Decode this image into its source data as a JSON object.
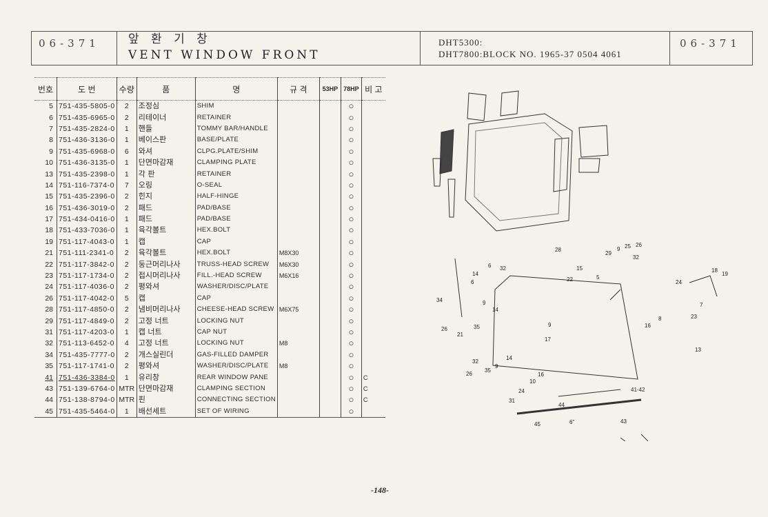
{
  "header": {
    "code_left": "06-371",
    "title_ko": "앞 환 기 창",
    "title_en": "VENT WINDOW FRONT",
    "model_1": "DHT5300:",
    "model_2": "DHT7800:BLOCK NO. 1965-37 0504 4061",
    "code_right": "06-371"
  },
  "table": {
    "columns": [
      "번호",
      "도 번",
      "수량",
      "품",
      "명",
      "규 격",
      "53HP",
      "78HP",
      "비 고"
    ],
    "rows": [
      [
        "5",
        "751-435-5805-0",
        "2",
        "조정심",
        "SHIM",
        "",
        "",
        "○",
        ""
      ],
      [
        "6",
        "751-435-6965-0",
        "2",
        "리테이너",
        "RETAINER",
        "",
        "",
        "○",
        ""
      ],
      [
        "7",
        "751-435-2824-0",
        "1",
        "핸들",
        "TOMMY BAR/HANDLE",
        "",
        "",
        "○",
        ""
      ],
      [
        "8",
        "751-436-3136-0",
        "1",
        "베이스판",
        "BASE/PLATE",
        "",
        "",
        "○",
        ""
      ],
      [
        "9",
        "751-435-6968-0",
        "6",
        "와셔",
        "CLPG.PLATE/SHIM",
        "",
        "",
        "○",
        ""
      ],
      [
        "10",
        "751-436-3135-0",
        "1",
        "단면마감재",
        "CLAMPING PLATE",
        "",
        "",
        "○",
        ""
      ],
      [
        "13",
        "751-435-2398-0",
        "1",
        "각 판",
        "RETAINER",
        "",
        "",
        "○",
        ""
      ],
      [
        "14",
        "751-116-7374-0",
        "7",
        "오링",
        "O-SEAL",
        "",
        "",
        "○",
        ""
      ],
      [
        "15",
        "751-435-2396-0",
        "2",
        "힌지",
        "HALF-HINGE",
        "",
        "",
        "○",
        ""
      ],
      [
        "16",
        "751-436-3019-0",
        "2",
        "패드",
        "PAD/BASE",
        "",
        "",
        "○",
        ""
      ],
      [
        "17",
        "751-434-0416-0",
        "1",
        "패드",
        "PAD/BASE",
        "",
        "",
        "○",
        ""
      ],
      [
        "18",
        "751-433-7036-0",
        "1",
        "육각볼트",
        "HEX.BOLT",
        "",
        "",
        "○",
        ""
      ],
      [
        "19",
        "751-117-4043-0",
        "1",
        "캡",
        "CAP",
        "",
        "",
        "○",
        ""
      ],
      [
        "21",
        "751-111-2341-0",
        "2",
        "육각볼트",
        "HEX.BOLT",
        "M8X30",
        "",
        "○",
        ""
      ],
      [
        "22",
        "751-117-3842-0",
        "2",
        "둥근머리나사",
        "TRUSS-HEAD SCREW",
        "M6X30",
        "",
        "○",
        ""
      ],
      [
        "23",
        "751-117-1734-0",
        "2",
        "접시머리나사",
        "FILL.-HEAD SCREW",
        "M6X16",
        "",
        "○",
        ""
      ],
      [
        "24",
        "751-117-4036-0",
        "2",
        "평와셔",
        "WASHER/DISC/PLATE",
        "",
        "",
        "○",
        ""
      ],
      [
        "26",
        "751-117-4042-0",
        "5",
        "캡",
        "CAP",
        "",
        "",
        "○",
        ""
      ],
      [
        "28",
        "751-117-4850-0",
        "2",
        "냄비머리나사",
        "CHEESE-HEAD SCREW",
        "M6X75",
        "",
        "○",
        ""
      ],
      [
        "29",
        "751-117-4849-0",
        "2",
        "고정 너트",
        "LOCKING NUT",
        "",
        "",
        "○",
        ""
      ],
      [
        "31",
        "751-117-4203-0",
        "1",
        "캡 너트",
        "CAP NUT",
        "",
        "",
        "○",
        ""
      ],
      [
        "32",
        "751-113-6452-0",
        "4",
        "고정 너트",
        "LOCKING NUT",
        "M8",
        "",
        "○",
        ""
      ],
      [
        "34",
        "751-435-7777-0",
        "2",
        "개스실린더",
        "GAS-FILLED DAMPER",
        "",
        "",
        "○",
        ""
      ],
      [
        "35",
        "751-117-1741-0",
        "2",
        "평와셔",
        "WASHER/DISC/PLATE",
        "M8",
        "",
        "○",
        ""
      ],
      [
        "41",
        "751-436-3384-0",
        "1",
        "유리창",
        "REAR WINDOW PANE",
        "",
        "",
        "○",
        "C"
      ],
      [
        "43",
        "751-139-6764-0",
        "MTR",
        "단면마감재",
        "CLAMPING SECTION",
        "",
        "",
        "○",
        "C"
      ],
      [
        "44",
        "751-138-8794-0",
        "MTR",
        "핀",
        "CONNECTING SECTION",
        "",
        "",
        "○",
        "C"
      ],
      [
        "45",
        "751-435-5464-0",
        "1",
        "배선세트",
        "SET OF WIRING",
        "",
        "",
        "○",
        ""
      ]
    ]
  },
  "diagram": {
    "callouts": [
      "28",
      "29",
      "9",
      "25",
      "26",
      "32",
      "15",
      "22",
      "5",
      "6",
      "14",
      "6",
      "32",
      "18",
      "19",
      "24",
      "7",
      "34",
      "9",
      "14",
      "8",
      "16",
      "23",
      "13",
      "26",
      "21",
      "35",
      "9",
      "17",
      "32",
      "26",
      "35",
      "9",
      "14",
      "10",
      "16",
      "24",
      "31",
      "41-42",
      "44",
      "45",
      "6\"",
      "43"
    ]
  },
  "footer": {
    "page_number": "-148-"
  }
}
